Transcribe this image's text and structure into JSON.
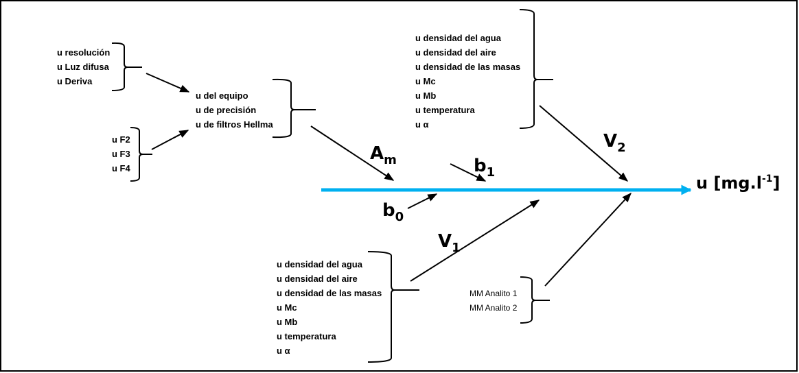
{
  "diagram": {
    "type": "cause-effect (Ishikawa) uncertainty diagram",
    "spine_color": "#00b0f0",
    "effect": {
      "prefix": "u [mg.l",
      "superscript": "-1",
      "suffix": "]"
    },
    "factors": {
      "Am": {
        "main": "A",
        "sub": "m"
      },
      "b1": {
        "main": "b",
        "sub": "1"
      },
      "b0": {
        "main": "b",
        "sub": "0"
      },
      "V1": {
        "main": "V",
        "sub": "1"
      },
      "V2": {
        "main": "V",
        "sub": "2"
      }
    },
    "groups": {
      "equipo_sources": [
        "u resolución",
        "u Luz difusa",
        "u Deriva"
      ],
      "filtros": [
        "u F2",
        "u F3",
        "u F4"
      ],
      "Am_causes": [
        "u del equipo",
        "u de precisión",
        "u de filtros Hellma"
      ],
      "V2_causes": [
        "u densidad del agua",
        "u densidad del aire",
        "u densidad de las masas",
        "u Mc",
        "u Mb",
        "u temperatura",
        "u α"
      ],
      "V1_causes": [
        "u densidad del agua",
        "u densidad del aire",
        "u densidad de las masas",
        "u Mc",
        "u Mb",
        "u temperatura",
        "u α"
      ],
      "MM_causes": [
        "MM Analito 1",
        "MM Analito 2"
      ]
    }
  }
}
